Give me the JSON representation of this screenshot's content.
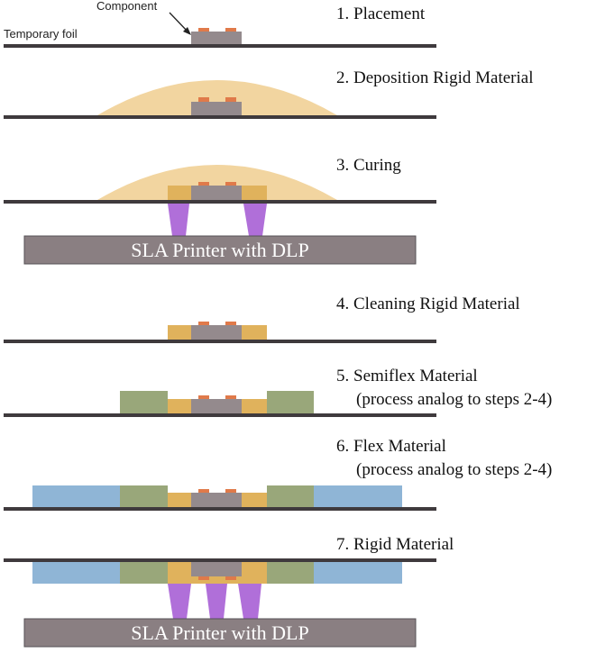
{
  "labels": {
    "component": "Component",
    "temporary_foil": "Temporary foil"
  },
  "steps": [
    {
      "title": "1. Placement"
    },
    {
      "title": "2. Deposition Rigid Material"
    },
    {
      "title": "3. Curing"
    },
    {
      "title": "4. Cleaning Rigid Material"
    },
    {
      "title": "5. Semiflex Material",
      "note": "(process analog to steps 2-4)"
    },
    {
      "title": "6. Flex Material",
      "note": "(process analog to steps 2-4)"
    },
    {
      "title": "7. Rigid Material"
    }
  ],
  "printer_label": "SLA Printer with DLP",
  "colors": {
    "foil": "#3f3a3d",
    "component_body": "#948a8d",
    "pads": "#e07a4a",
    "rigid_resin_liquid": "#f2d5a0",
    "rigid_resin_cured": "#e0b25c",
    "semiflex_material": "#99a77a",
    "flex_material": "#8fb5d6",
    "light_beam": "#b06fd9",
    "printer": "#8a7f82"
  }
}
